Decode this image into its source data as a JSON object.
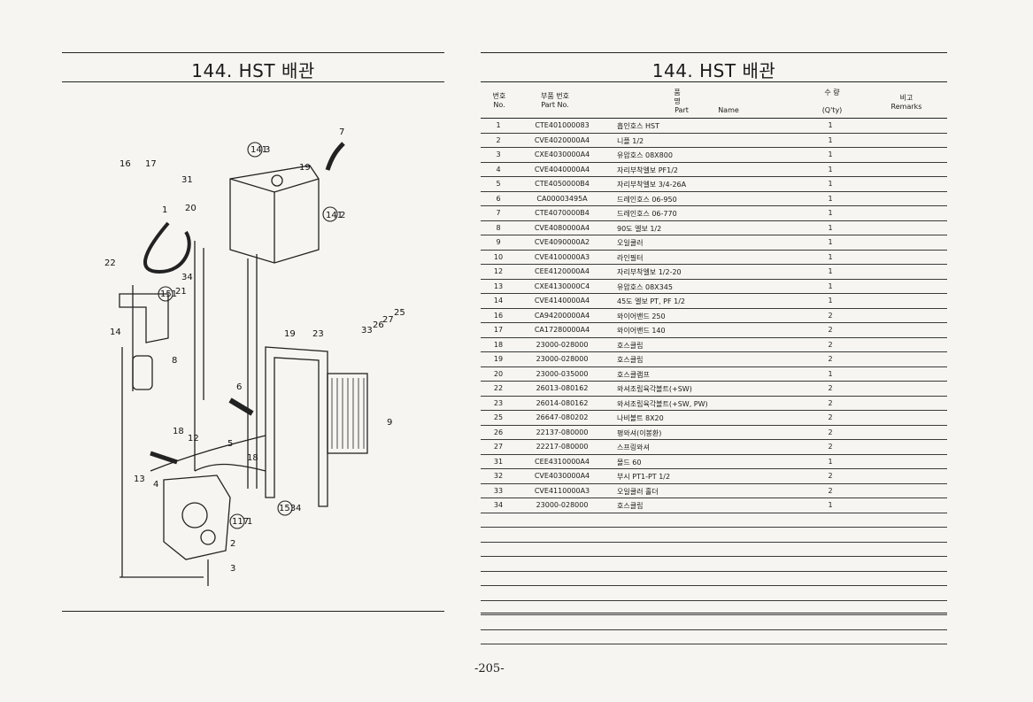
{
  "page": {
    "title_left": "144. HST 배관",
    "title_right": "144. HST 배관",
    "page_number": "-205-"
  },
  "table": {
    "headers": {
      "no_kr": "번호",
      "no_en": "No.",
      "part_no_kr": "부품 번호",
      "part_no_en": "Part No.",
      "name_kr": "품 명",
      "part_en": "Part",
      "name_en": "Name",
      "qty_kr": "수 량",
      "qty_en": "(Q'ty)",
      "remarks_kr": "비고",
      "remarks_en": "Remarks"
    },
    "rows": [
      {
        "no": "1",
        "part_no": "CTE401000083",
        "name": "흡인호스 HST",
        "qty": "1"
      },
      {
        "no": "2",
        "part_no": "CVE4020000A4",
        "name": "니플 1/2",
        "qty": "1"
      },
      {
        "no": "3",
        "part_no": "CXE4030000A4",
        "name": "유압호스 08X800",
        "qty": "1"
      },
      {
        "no": "4",
        "part_no": "CVE4040000A4",
        "name": "자리부착엘보 PF1/2",
        "qty": "1"
      },
      {
        "no": "5",
        "part_no": "CTE4050000B4",
        "name": "자리부착엘보 3/4-26A",
        "qty": "1"
      },
      {
        "no": "6",
        "part_no": "CA00003495A",
        "name": "드레인호스 06-950",
        "qty": "1"
      },
      {
        "no": "7",
        "part_no": "CTE4070000B4",
        "name": "드레인호스 06-770",
        "qty": "1"
      },
      {
        "no": "8",
        "part_no": "CVE4080000A4",
        "name": "90도 엘보 1/2",
        "qty": "1"
      },
      {
        "no": "9",
        "part_no": "CVE4090000A2",
        "name": "오일쿨러",
        "qty": "1"
      },
      {
        "no": "10",
        "part_no": "CVE4100000A3",
        "name": "라인필터",
        "qty": "1"
      },
      {
        "no": "12",
        "part_no": "CEE4120000A4",
        "name": "자리부착엘보 1/2-20",
        "qty": "1"
      },
      {
        "no": "13",
        "part_no": "CXE4130000C4",
        "name": "유압호스 08X345",
        "qty": "1"
      },
      {
        "no": "14",
        "part_no": "CVE4140000A4",
        "name": "45도 엘보 PT, PF 1/2",
        "qty": "1"
      },
      {
        "no": "16",
        "part_no": "CA94200000A4",
        "name": "와이어밴드 250",
        "qty": "2"
      },
      {
        "no": "17",
        "part_no": "CA17280000A4",
        "name": "와이어밴드 140",
        "qty": "2"
      },
      {
        "no": "18",
        "part_no": "23000-028000",
        "name": "호스클립",
        "qty": "2"
      },
      {
        "no": "19",
        "part_no": "23000-028000",
        "name": "호스클립",
        "qty": "2"
      },
      {
        "no": "20",
        "part_no": "23000-035000",
        "name": "호스클램프",
        "qty": "1"
      },
      {
        "no": "22",
        "part_no": "26013-080162",
        "name": "와셔조립육각볼트(+SW)",
        "qty": "2"
      },
      {
        "no": "23",
        "part_no": "26014-080162",
        "name": "와셔조립육각볼트(+SW, PW)",
        "qty": "2"
      },
      {
        "no": "25",
        "part_no": "26647-080202",
        "name": "나비볼트 8X20",
        "qty": "2"
      },
      {
        "no": "26",
        "part_no": "22137-080000",
        "name": "평와셔(이봉환)",
        "qty": "2"
      },
      {
        "no": "27",
        "part_no": "22217-080000",
        "name": "스프링와셔",
        "qty": "2"
      },
      {
        "no": "31",
        "part_no": "CEE4310000A4",
        "name": "몰드 60",
        "qty": "1"
      },
      {
        "no": "32",
        "part_no": "CVE4030000A4",
        "name": "부시 PT1-PT 1/2",
        "qty": "2"
      },
      {
        "no": "33",
        "part_no": "CVE4110000A3",
        "name": "오일쿨러 홀더",
        "qty": "2"
      },
      {
        "no": "34",
        "part_no": "23000-028000",
        "name": "호스클립",
        "qty": "1"
      }
    ]
  },
  "diagram": {
    "callouts": [
      "7",
      "141",
      "3",
      "16",
      "17",
      "31",
      "19",
      "1",
      "20",
      "141",
      "2",
      "22",
      "34",
      "151",
      "21",
      "25",
      "27",
      "26",
      "33",
      "14",
      "19",
      "23",
      "8",
      "6",
      "9",
      "18",
      "12",
      "5",
      "18",
      "13",
      "4",
      "153",
      "4",
      "117",
      "1",
      "2",
      "3"
    ],
    "circled_refs": [
      "141",
      "141",
      "151",
      "153",
      "117"
    ]
  }
}
